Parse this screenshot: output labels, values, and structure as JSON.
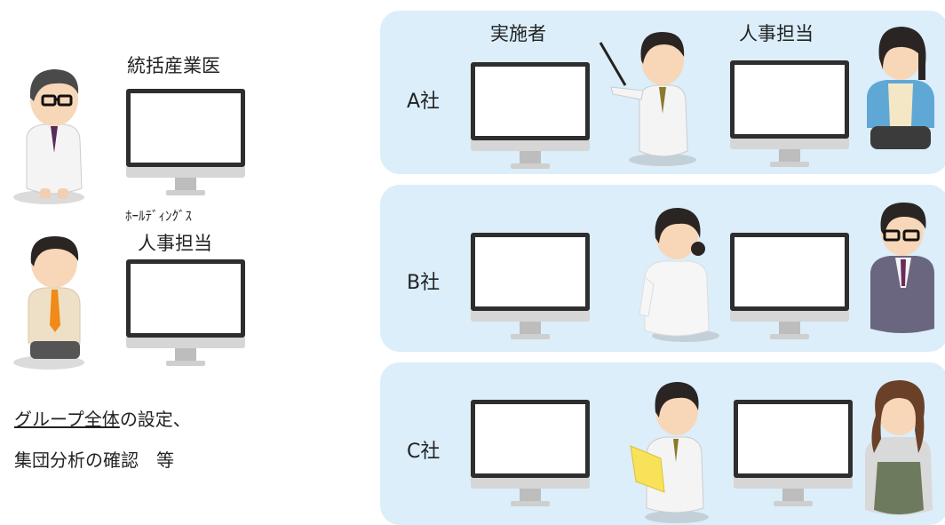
{
  "left": {
    "doctor_label": "統括産業医",
    "hr_label_small": "ﾎｰﾙﾃﾞｨﾝｸﾞｽ",
    "hr_label": "人事担当",
    "note_line1_underlined": "グループ全体",
    "note_line1_rest": "の設定、",
    "note_line2": "集団分析の確認　等"
  },
  "header": {
    "implementer": "実施者",
    "hr": "人事担当"
  },
  "companies": [
    {
      "label": "A社"
    },
    {
      "label": "B社"
    },
    {
      "label": "C社"
    }
  ],
  "colors": {
    "panel": "#dbeefa",
    "monitor_frame": "#2e2e2e",
    "coat": "#f4f4f4",
    "skin": "#f7d7b8",
    "hair": "#2a2523"
  }
}
